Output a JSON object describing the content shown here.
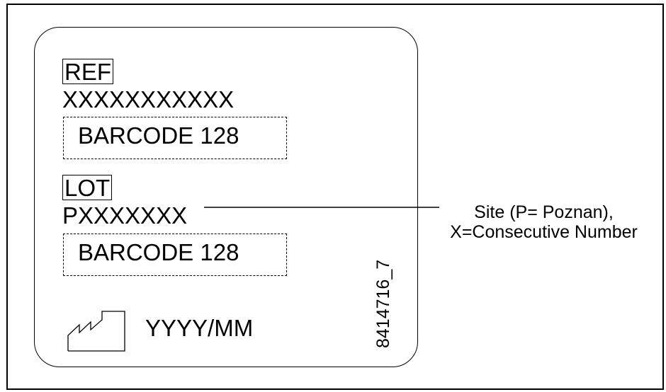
{
  "label": {
    "ref_symbol": "REF",
    "ref_value": "XXXXXXXXXXX",
    "ref_barcode": "BARCODE 128",
    "lot_symbol": "LOT",
    "lot_value": "PXXXXXXX",
    "lot_barcode": "BARCODE 128",
    "manufacture_date": "YYYY/MM",
    "document_number": "8414716_7",
    "manufacturer_icon": "factory-icon"
  },
  "callout": {
    "line1": "Site (P= Poznan),",
    "line2": "X=Consecutive Number"
  }
}
